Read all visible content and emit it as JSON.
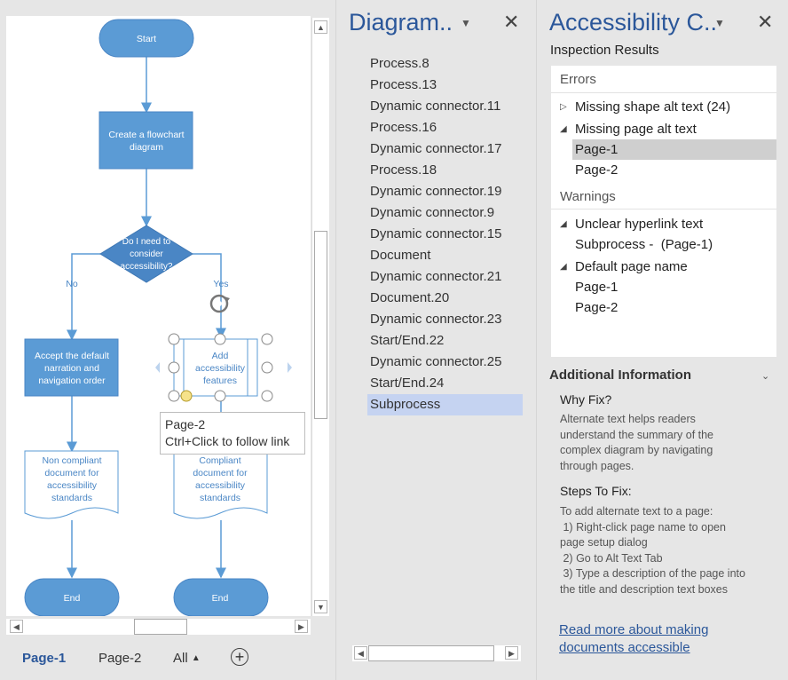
{
  "canvas": {
    "shapes": {
      "start": "Start",
      "create": [
        "Create a flowchart",
        "diagram"
      ],
      "decision": [
        "Do I need to",
        "consider",
        "accessibility?"
      ],
      "no_label": "No",
      "yes_label": "Yes",
      "accept": [
        "Accept the default",
        "narration and",
        "navigation order"
      ],
      "add": [
        "Add",
        "accessibility",
        "features"
      ],
      "noncompliant": [
        "Non compliant",
        "document for",
        "accessibility",
        "standards"
      ],
      "compliant": [
        "Compliant",
        "document for",
        "accessibility",
        "standards"
      ],
      "end1": "End",
      "end2": "End"
    },
    "tooltip": {
      "line1": "Page-2",
      "line2": "Ctrl+Click to follow link"
    },
    "colors": {
      "shape_fill": "#5b9bd5",
      "shape_fill_dark": "#4a86c5",
      "connector": "#5b9bd5"
    }
  },
  "page_tabs": {
    "tabs": [
      "Page-1",
      "Page-2"
    ],
    "all_label": "All",
    "all_icon": "caret-up-icon",
    "add_icon": "add-page-icon"
  },
  "shapes_pane": {
    "title": "Diagram..",
    "items": [
      "Process.8",
      "Process.13",
      "Dynamic connector.11",
      "Process.16",
      "Dynamic connector.17",
      "Process.18",
      "Dynamic connector.19",
      "Dynamic connector.9",
      "Dynamic connector.15",
      "Document",
      "Dynamic connector.21",
      "Document.20",
      "Dynamic connector.23",
      "Start/End.22",
      "Dynamic connector.25",
      "Start/End.24",
      "Subprocess"
    ],
    "selected_index": 16
  },
  "acc_pane": {
    "title": "Accessibility C..",
    "subtitle": "Inspection Results",
    "errors_heading": "Errors",
    "missing_shape": "Missing shape alt text (24)",
    "missing_page": "Missing page alt text",
    "missing_page_items": [
      "Page-1",
      "Page-2"
    ],
    "warnings_heading": "Warnings",
    "unclear_hyperlink": "Unclear hyperlink text",
    "unclear_items": [
      "Subprocess -  (Page-1)"
    ],
    "default_page": "Default page name",
    "default_page_items": [
      "Page-1",
      "Page-2"
    ],
    "additional_heading": "Additional Information",
    "why_fix_heading": "Why Fix?",
    "why_fix_text": "Alternate text helps readers understand the summary of the complex diagram by navigating through pages.",
    "steps_heading": "Steps To Fix:",
    "steps_intro": "To add alternate text to a page:",
    "steps": [
      " 1) Right-click page name to open page setup dialog",
      " 2) Go to Alt Text Tab",
      " 3) Type a description of the page into the title and description text boxes"
    ],
    "link_line1": "Read more about making",
    "link_line2": "documents accessible"
  }
}
